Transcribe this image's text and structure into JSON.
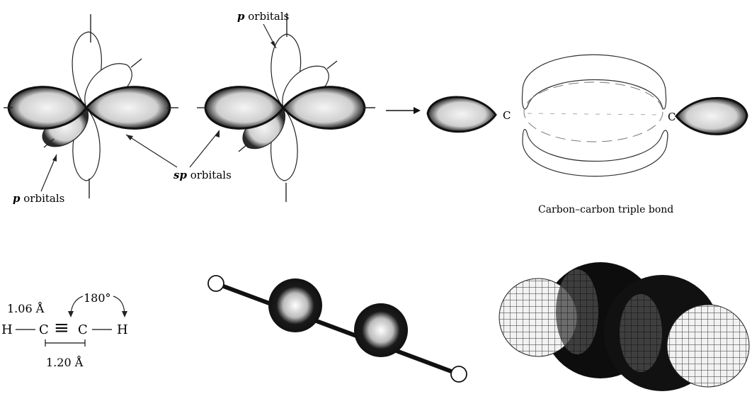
{
  "labels": {
    "p_orbitals_top": {
      "prefix": "p",
      "rest": " orbitals"
    },
    "p_orbitals_bottom": {
      "prefix": "p",
      "rest": " orbitals"
    },
    "sp_orbitals": {
      "prefix": "sp",
      "rest": " orbitals"
    },
    "atom_left": "C",
    "atom_right": "C",
    "caption": "Carbon–carbon triple bond"
  },
  "structure": {
    "h_left": "H",
    "c_left": "C",
    "triple_bond": "≡",
    "c_right": "C",
    "h_right": "H",
    "ch_length": "1.06 Å",
    "bond_angle": "180°",
    "cc_length": "1.20 Å"
  },
  "colors": {
    "orbital_dark": "#1a1a1a",
    "orbital_light_shade": "#d0d0d0",
    "outline": "#222222"
  }
}
